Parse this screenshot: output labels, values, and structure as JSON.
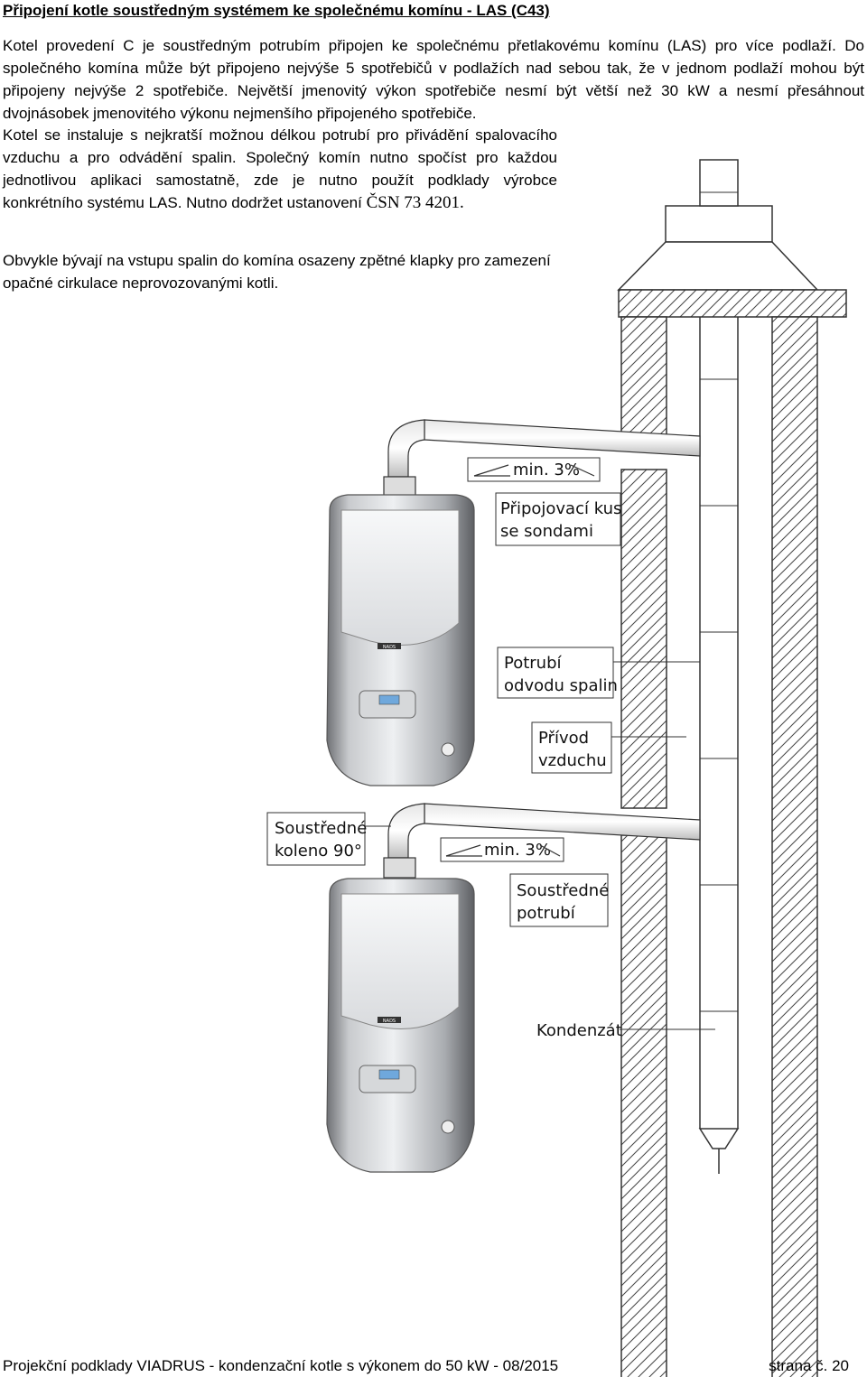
{
  "heading": "Připojení kotle soustředným systémem ke společnému komínu - LAS (C43)",
  "paragraphs": {
    "p1": "Kotel provedení C je soustředným potrubím připojen ke společnému přetlakovému komínu (LAS) pro více podlaží. Do společného komína může být připojeno nejvýše 5 spotřebičů v podlažích nad sebou tak, že v jednom podlaží mohou být připojeny nejvýše 2 spotřebiče. Největší jmenovitý výkon spotřebiče nesmí být větší než 30 kW a nesmí přesáhnout dvojnásobek jmenovitého výkonu nejmenšího připojeného spotřebiče.",
    "p2_main": "Kotel se instaluje s nejkratší možnou délkou potrubí pro přivádění spalovacího vzduchu a pro odvádění spalin. Společný komín nutno spočíst pro každou jednotlivou aplikaci samostatně, zde je nutno použít podklady výrobce konkrétního systému LAS. Nutno dodržet ustanovení",
    "p2_standard": "ČSN 73 4201.",
    "p3": "Obvykle bývají na vstupu spalin do komína osazeny zpětné klapky pro zamezení opačné cirkulace neprovozovanými kotli."
  },
  "diagram": {
    "labels": {
      "slope_top": "min. 3%",
      "connector_line1": "Připojovací kus",
      "connector_line2": "se sondami",
      "flue_line1": "Potrubí",
      "flue_line2": "odvodu spalin",
      "air_line1": "Přívod",
      "air_line2": "vzduchu",
      "elbow_line1": "Soustředné",
      "elbow_line2": "koleno 90°",
      "slope_bottom": "min. 3%",
      "coax_line1": "Soustředné",
      "coax_line2": "potrubí",
      "condensate": "Kondenzát"
    },
    "boiler_brand": "NADS"
  },
  "footer": {
    "left": "Projekční podklady VIADRUS - kondenzační kotle s výkonem do 50 kW - 08/2015",
    "right": "strana č. 20"
  }
}
